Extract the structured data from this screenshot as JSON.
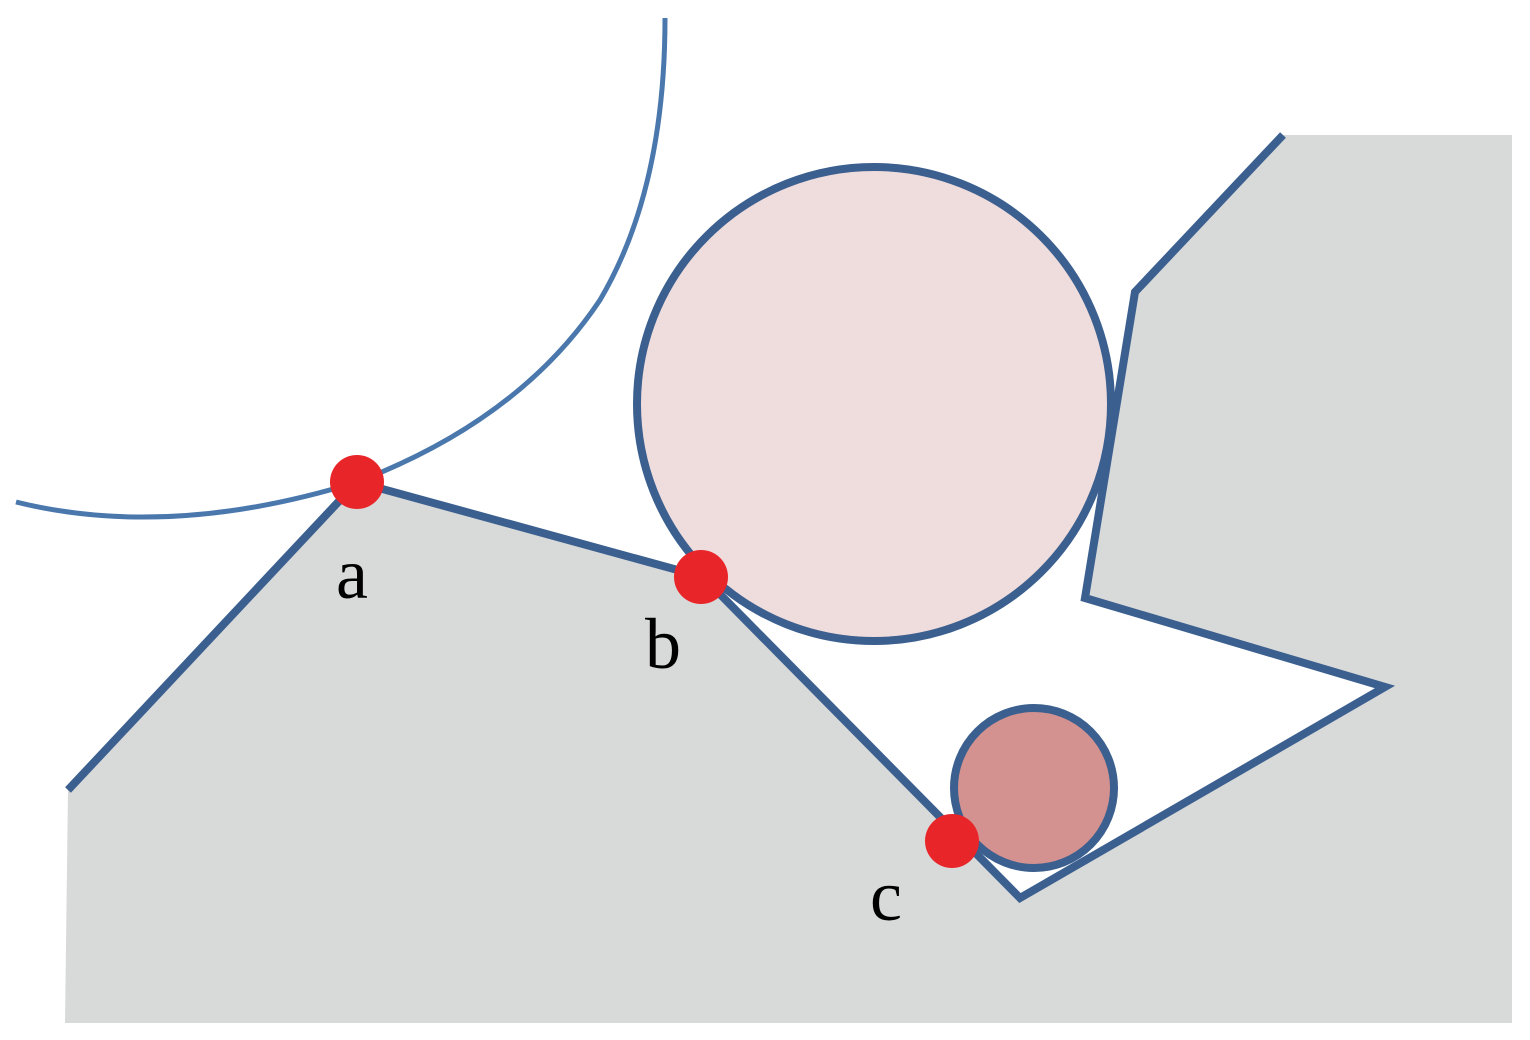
{
  "diagram": {
    "points": [
      {
        "id": "a",
        "label": "a"
      },
      {
        "id": "b",
        "label": "b"
      },
      {
        "id": "c",
        "label": "c"
      }
    ],
    "colors": {
      "region_fill": "#d8d9d9",
      "outline": "#3b5f8f",
      "large_arc": "#4a78ad",
      "large_circle_fill": "#efdcdc",
      "small_circle_fill": "#d3918f",
      "contact_point": "#e8262a",
      "background": "#ffffff"
    }
  }
}
